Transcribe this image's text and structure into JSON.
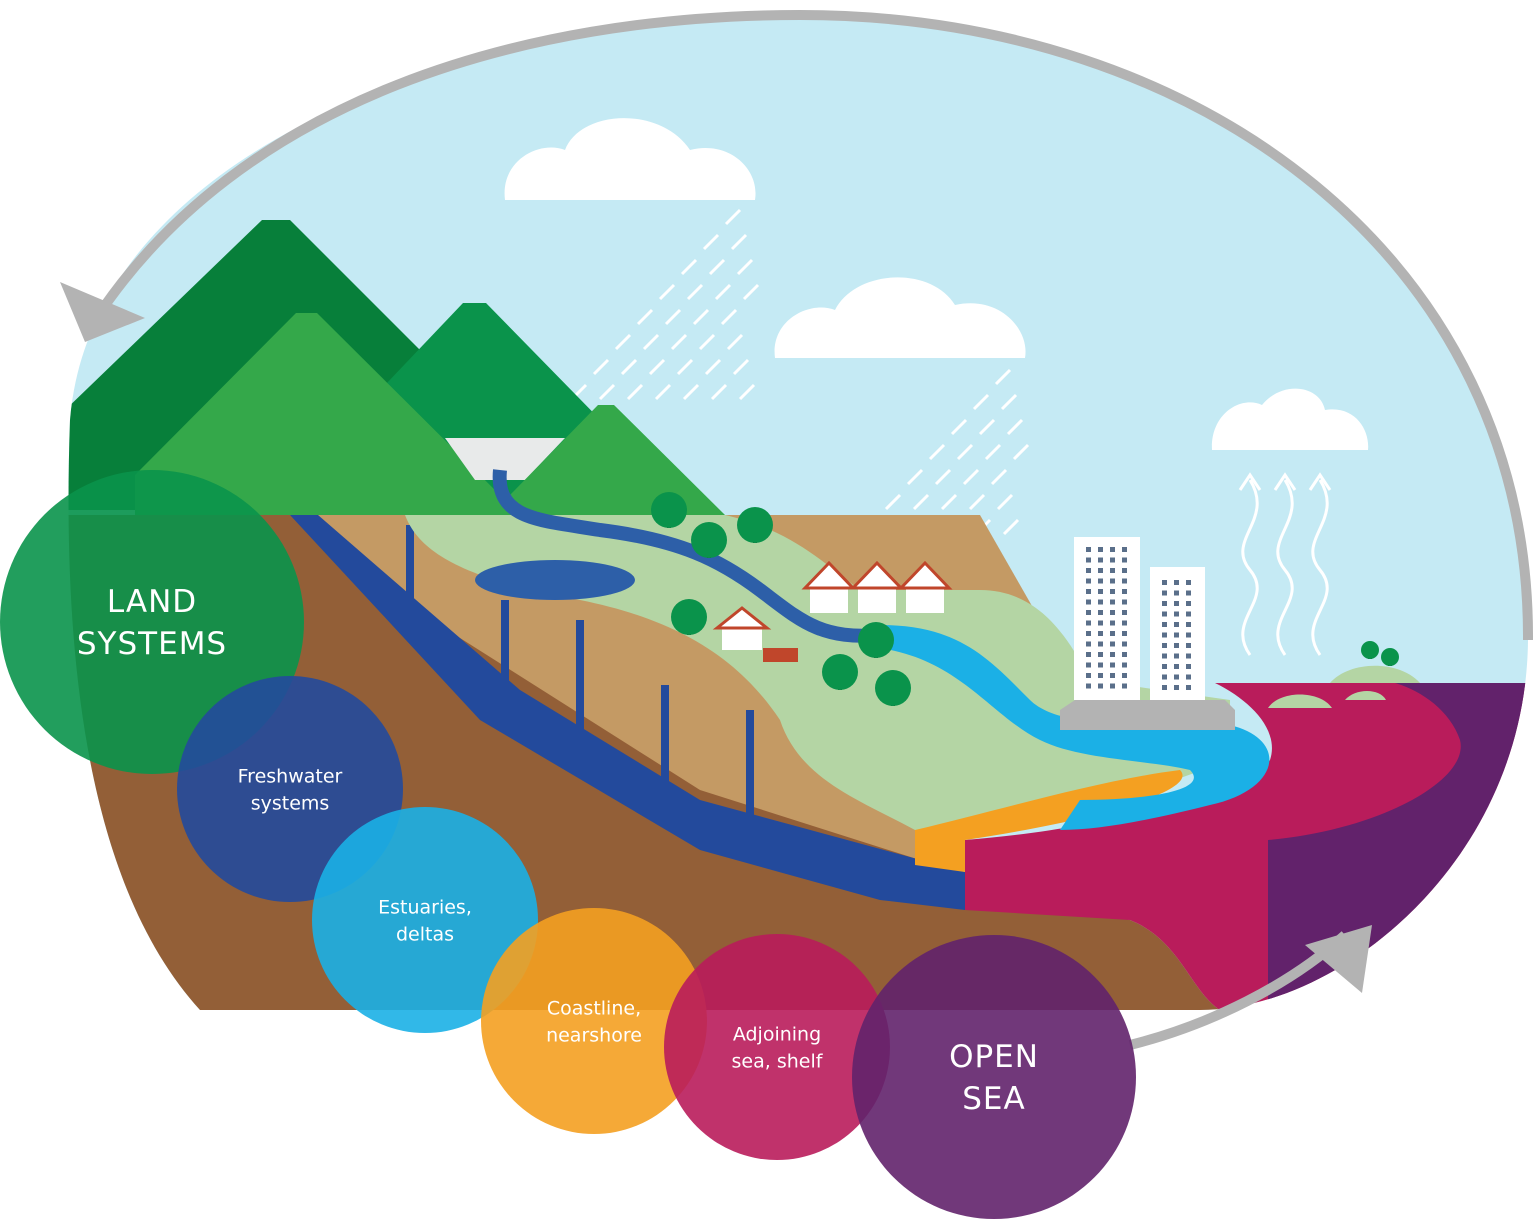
{
  "diagram": {
    "stages": [
      {
        "id": "land",
        "lines": [
          "LAND",
          "SYSTEMS"
        ],
        "color": "#0a934b"
      },
      {
        "id": "freshwater",
        "lines": [
          "Freshwater",
          "systems"
        ],
        "color": "#234a9c"
      },
      {
        "id": "estuaries",
        "lines": [
          "Estuaries,",
          "deltas"
        ],
        "color": "#1bb0e6"
      },
      {
        "id": "coastline",
        "lines": [
          "Coastline,",
          "nearshore"
        ],
        "color": "#f4a021"
      },
      {
        "id": "adjoining",
        "lines": [
          "Adjoining",
          "sea, shelf"
        ],
        "color": "#b91c5b"
      },
      {
        "id": "opensea",
        "lines": [
          "OPEN",
          "SEA"
        ],
        "color": "#62226b"
      }
    ],
    "colors": {
      "sky": "#c5eaf4",
      "cycle_arrow": "#b3b3b3",
      "ground": "#935f37",
      "soil": "#c49a64",
      "grass": "#b4d5a4",
      "river": "#1bb0e6",
      "groundwater": "#234a9c"
    }
  }
}
